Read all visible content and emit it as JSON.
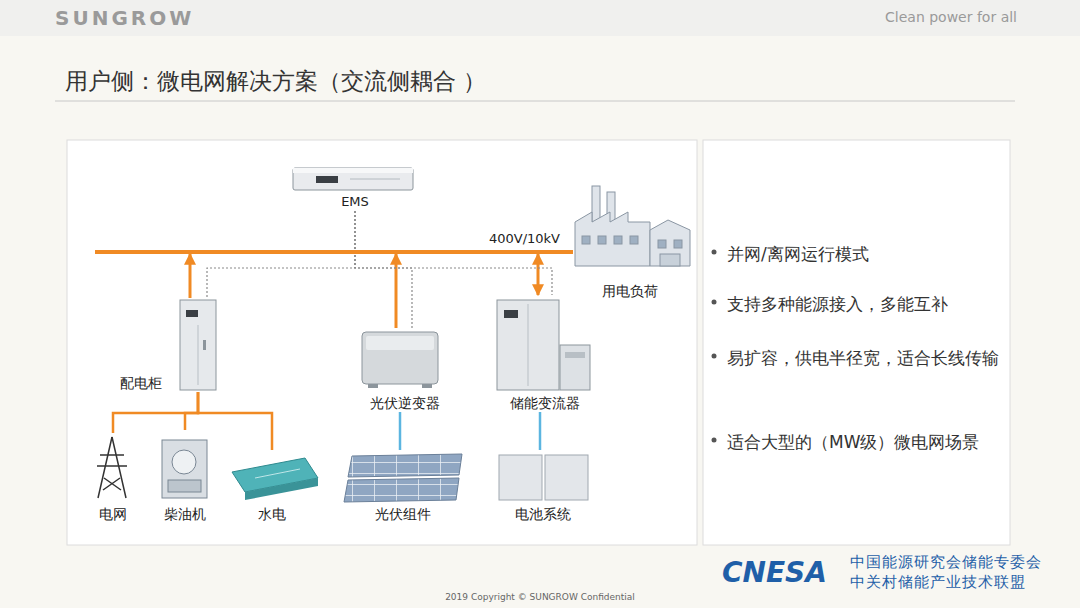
{
  "diagram": {
    "title": "用户侧：微电网解决方案（交流侧耦合 ）",
    "nodes": [
      {
        "text": [
          "EMS"
        ]
      },
      {
        "text": [
          "400V/10kV"
        ]
      },
      {
        "text": [
          "用电负荷"
        ]
      },
      {
        "text": [
          "配电柜"
        ]
      },
      {
        "text": [
          "光伏逆变器"
        ]
      },
      {
        "text": [
          "储能变流器"
        ]
      },
      {
        "text": [
          "电网"
        ]
      },
      {
        "text": [
          "柴油机"
        ]
      },
      {
        "text": [
          "水电"
        ]
      },
      {
        "text": [
          "光伏组件"
        ]
      },
      {
        "text": [
          "电池系统"
        ]
      }
    ],
    "edges": [
      {
        "from": 3,
        "to": 1,
        "arrow": "to"
      },
      {
        "from": 4,
        "to": 1,
        "arrow": "to"
      },
      {
        "from": 5,
        "to": 1,
        "arrow": "both"
      },
      {
        "from": 1,
        "to": 2,
        "arrow": "none"
      },
      {
        "from": 0,
        "to": 3,
        "arrow": "none"
      },
      {
        "from": 0,
        "to": 4,
        "arrow": "none"
      },
      {
        "from": 0,
        "to": 5,
        "arrow": "none"
      },
      {
        "from": 6,
        "to": 3,
        "arrow": "none"
      },
      {
        "from": 7,
        "to": 3,
        "arrow": "none"
      },
      {
        "from": 8,
        "to": 3,
        "arrow": "none"
      },
      {
        "from": 9,
        "to": 4,
        "arrow": "none"
      },
      {
        "from": 10,
        "to": 5,
        "arrow": "none"
      }
    ],
    "labels": [
      "SUNGROW",
      "Clean power for all",
      "并网/离网运行模式",
      "支持多种能源接入，多能互补",
      "易扩容，供电半径宽，适合长线传输",
      "适合大型的（MW级）微电网场景",
      "CNESA",
      "中国能源研究会储能专委会",
      "中关村储能产业技术联盟",
      "2019 Copyright © SUNGROW Confidential"
    ]
  }
}
